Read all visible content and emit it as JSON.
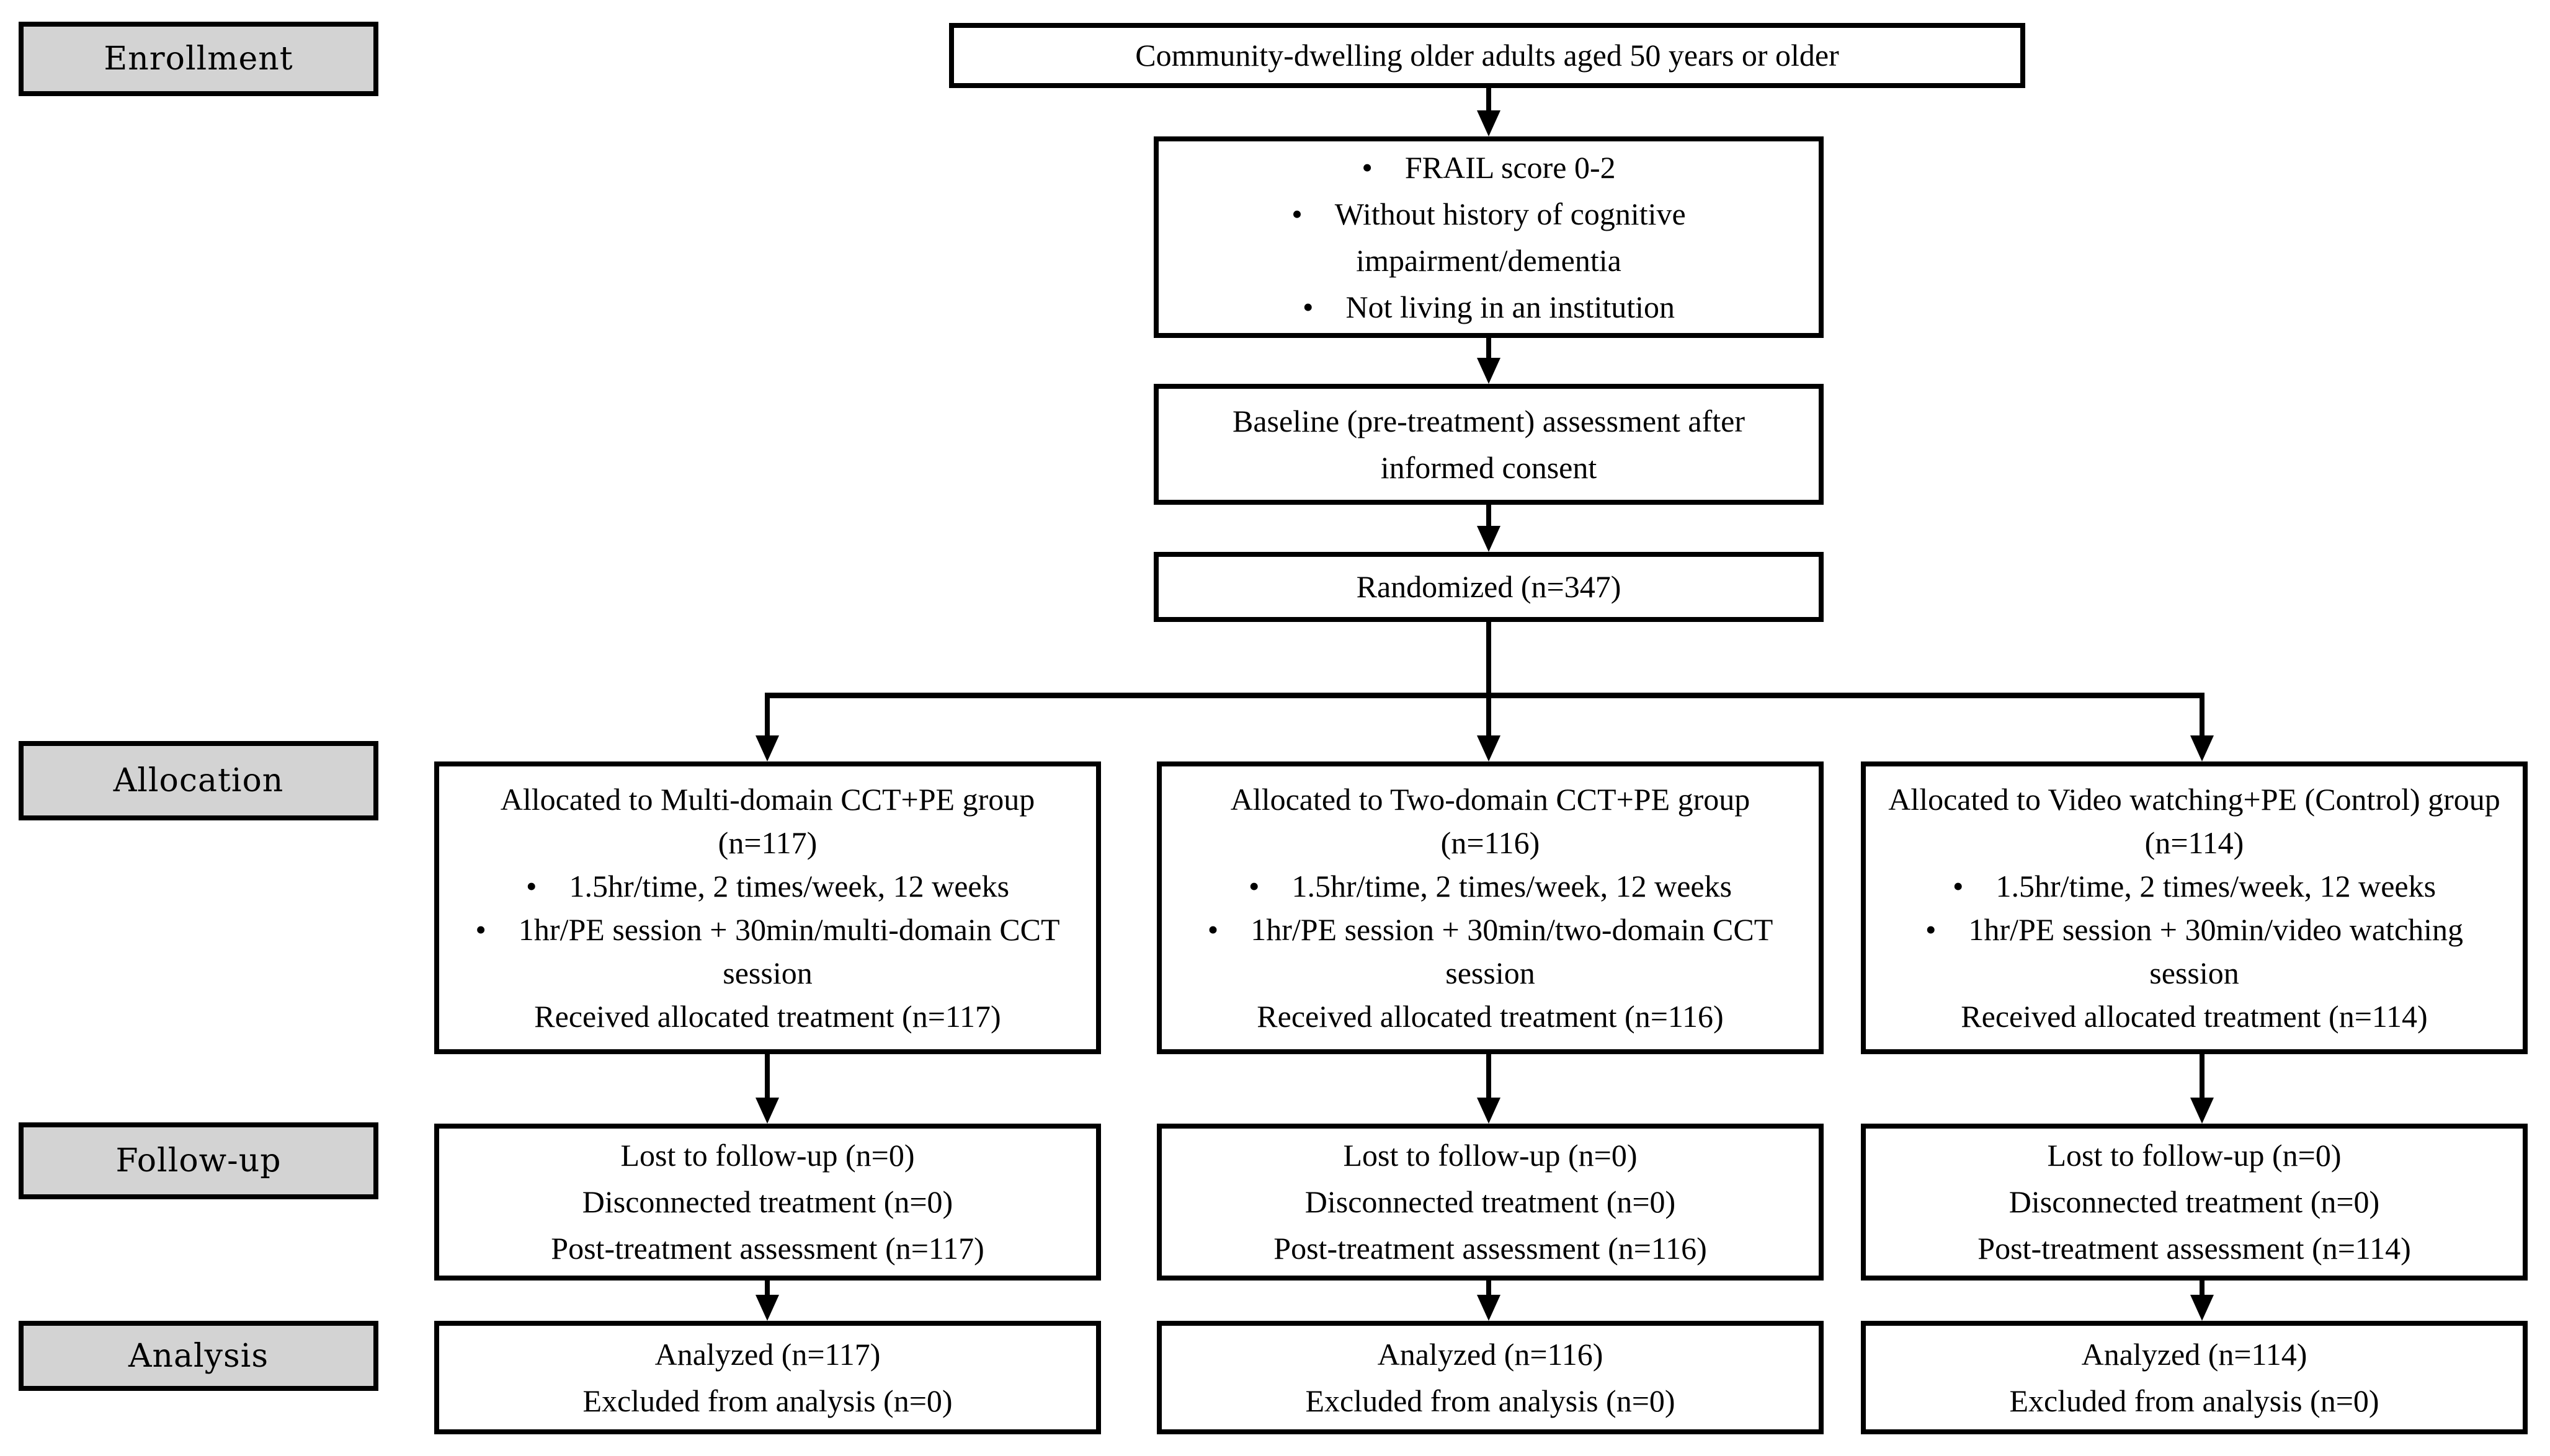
{
  "ui": {
    "bullet": "•"
  },
  "colors": {
    "label_fill": "#d3d3d3",
    "box_fill": "#ffffff",
    "line": "#000000"
  },
  "stage_labels": [
    {
      "label": "Enrollment"
    },
    {
      "label": "Allocation"
    },
    {
      "label": "Follow-up"
    },
    {
      "label": "Analysis"
    }
  ],
  "flow": {
    "population": "Community-dwelling older adults aged 50 years or older",
    "eligibility_criteria": [
      "FRAIL score 0-2",
      "Without history of cognitive impairment/dementia",
      "Not living in an institution"
    ],
    "baseline": "Baseline (pre-treatment) assessment after informed consent",
    "randomized": "Randomized (n=347)",
    "groups": [
      {
        "title": "Allocated to Multi-domain CCT+PE group (n=117)",
        "bullets": [
          "1.5hr/time, 2 times/week, 12 weeks",
          "1hr/PE session + 30min/multi-domain CCT  session"
        ],
        "received": "Received allocated treatment (n=117)",
        "followup": [
          "Lost to follow-up (n=0)",
          "Disconnected treatment (n=0)",
          "Post-treatment assessment (n=117)"
        ],
        "analysis": [
          "Analyzed (n=117)",
          "Excluded  from analysis (n=0)"
        ]
      },
      {
        "title": "Allocated to Two-domain CCT+PE group (n=116)",
        "bullets": [
          "1.5hr/time, 2 times/week, 12 weeks",
          "1hr/PE session + 30min/two-domain CCT  session"
        ],
        "received": "Received allocated treatment (n=116)",
        "followup": [
          "Lost to follow-up (n=0)",
          "Disconnected treatment (n=0)",
          "Post-treatment assessment (n=116)"
        ],
        "analysis": [
          "Analyzed (n=116)",
          "Excluded  from analysis (n=0)"
        ]
      },
      {
        "title": "Allocated to Video watching+PE (Control) group (n=114)",
        "bullets": [
          "1.5hr/time, 2 times/week, 12 weeks",
          "1hr/PE session + 30min/video watching session"
        ],
        "received": "Received allocated treatment (n=114)",
        "followup": [
          "Lost to follow-up (n=0)",
          "Disconnected treatment (n=0)",
          "Post-treatment assessment (n=114)"
        ],
        "analysis": [
          "Analyzed (n=114)",
          "Excluded  from analysis (n=0)"
        ]
      }
    ]
  }
}
